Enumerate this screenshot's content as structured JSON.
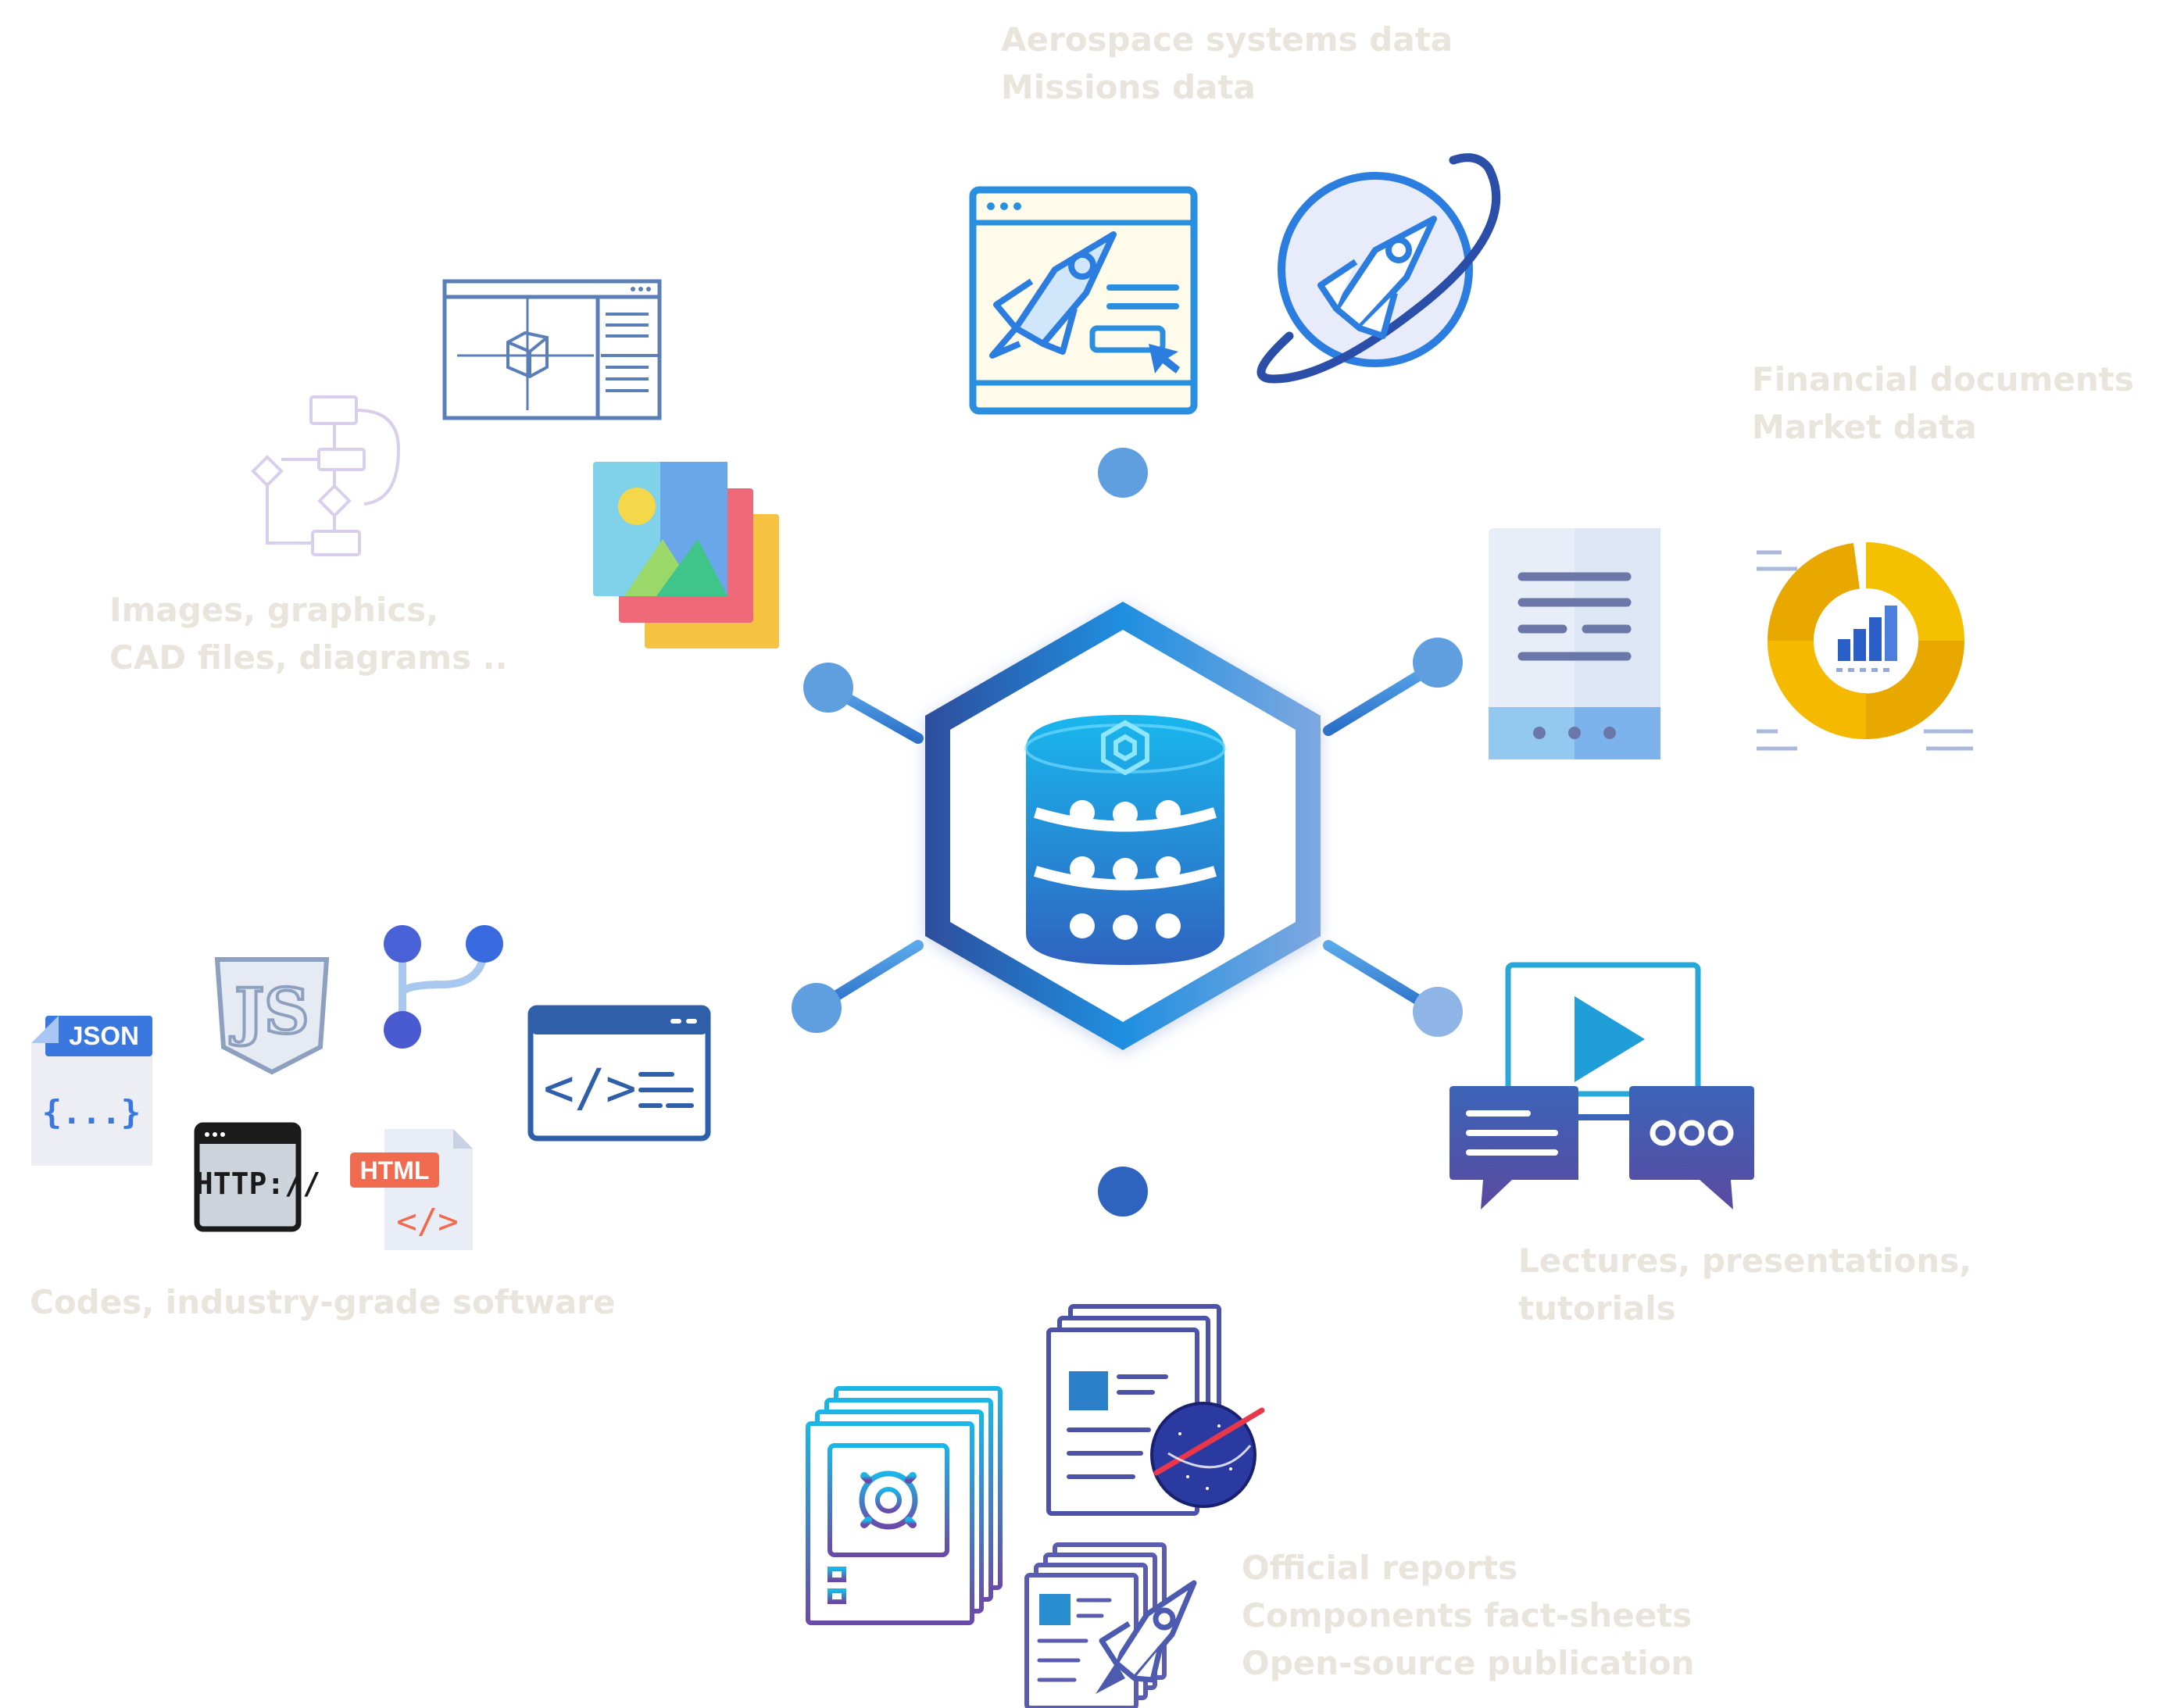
{
  "labels": {
    "aerospace": [
      "Aerospace systems data",
      "Missions data"
    ],
    "financial": [
      "Financial documents",
      "Market data"
    ],
    "images": [
      "Images, graphics,",
      "CAD files, diagrams .."
    ],
    "lectures": [
      "Lectures, presentations,",
      "tutorials"
    ],
    "codes": [
      "Codes, industry-grade software"
    ],
    "reports": [
      "Official reports",
      "Components fact-sheets",
      "Open-source publication"
    ]
  },
  "icon_texts": {
    "json": "JSON",
    "json_braces": "{...}",
    "js": "JS",
    "http": "HTTP://",
    "html": "HTML",
    "html_tag": "</>",
    "code_tag": "</>"
  },
  "icons": [
    "hexagon-hub-icon",
    "database-icon",
    "rocket-browser-icon",
    "rocket-planet-icon",
    "cad-window-icon",
    "flowchart-icon",
    "image-stack-icon",
    "document-icon",
    "donut-chart-icon",
    "video-chat-icon",
    "json-file-icon",
    "javascript-icon",
    "git-branch-icon",
    "code-window-icon",
    "http-icon",
    "html-file-icon",
    "gear-report-icon",
    "nasa-report-icon",
    "rocket-report-icon"
  ],
  "colors": {
    "label": "#e9e4dc",
    "hub_blue": "#2a7fd4",
    "hub_dark": "#2f4d9c",
    "node_blue": "#5f9fe0",
    "rocket_blue": "#2b7de0",
    "gold": "#f2b600",
    "purple": "#4c52a8",
    "html_red": "#f06a4f"
  }
}
